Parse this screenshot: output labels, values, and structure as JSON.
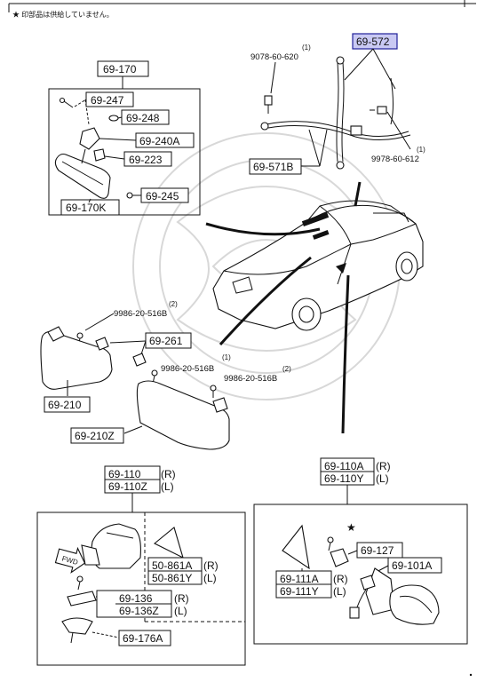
{
  "header": {
    "note": "★ 印部品は供給していません。"
  },
  "labels": {
    "part_69_170": "69-170",
    "part_69_247": "69-247",
    "part_69_248": "69-248",
    "part_69_240A": "69-240A",
    "part_69_223": "69-223",
    "part_69_245": "69-245",
    "part_69_170K": "69-170K",
    "part_69_572": "69-572",
    "bolt_9078": "9078-60-620",
    "bolt_9078_qty": "(1)",
    "part_69_571B": "69-571B",
    "bolt_9978": "9978-60-612",
    "bolt_9978_qty": "(1)",
    "screw_9986_a": "9986-20-516B",
    "screw_9986_a_qty": "(2)",
    "part_69_261": "69-261",
    "screw_9986_b": "9986-20-516B",
    "screw_9986_b_qty": "(1)",
    "screw_9986_c": "9986-20-516B",
    "screw_9986_c_qty": "(2)",
    "part_69_210": "69-210",
    "part_69_210Z": "69-210Z",
    "part_69_110": "69-110",
    "part_69_110_side": "(R)",
    "part_69_110Z": "69-110Z",
    "part_69_110Z_side": "(L)",
    "part_50_861A": "50-861A",
    "part_50_861A_side": "(R)",
    "part_50_861Y": "50-861Y",
    "part_50_861Y_side": "(L)",
    "part_69_136": "69-136",
    "part_69_136_side": "(R)",
    "part_69_136Z": "69-136Z",
    "part_69_136Z_side": "(L)",
    "part_69_176A": "69-176A",
    "fwd": "FWD",
    "part_69_110A": "69-110A",
    "part_69_110A_side": "(R)",
    "part_69_110Y": "69-110Y",
    "part_69_110Y_side": "(L)",
    "star": "★",
    "part_69_127": "69-127",
    "part_69_101A": "69-101A",
    "part_69_111A": "69-111A",
    "part_69_111A_side": "(R)",
    "part_69_111Y": "69-111Y",
    "part_69_111Y_side": "(L)"
  },
  "colors": {
    "highlight_fill": "#c9c9f3",
    "highlight_stroke": "#222299"
  }
}
